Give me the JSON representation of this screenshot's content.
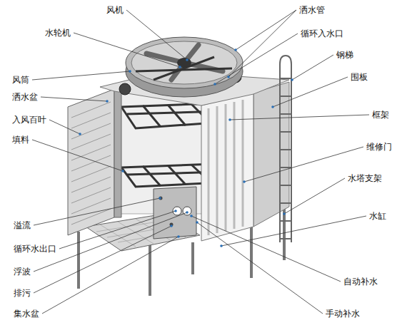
{
  "diagram": {
    "labels": [
      "风机",
      "洒水管",
      "水轮机",
      "循环入水口",
      "钢梯",
      "风筒",
      "围板",
      "洒水盆",
      "框架",
      "入风百叶",
      "填料",
      "维修门",
      "水塔支架",
      "水缸",
      "溢流",
      "循环水出口",
      "浮波",
      "排污",
      "集水盆",
      "自动补水",
      "手动补水"
    ]
  }
}
